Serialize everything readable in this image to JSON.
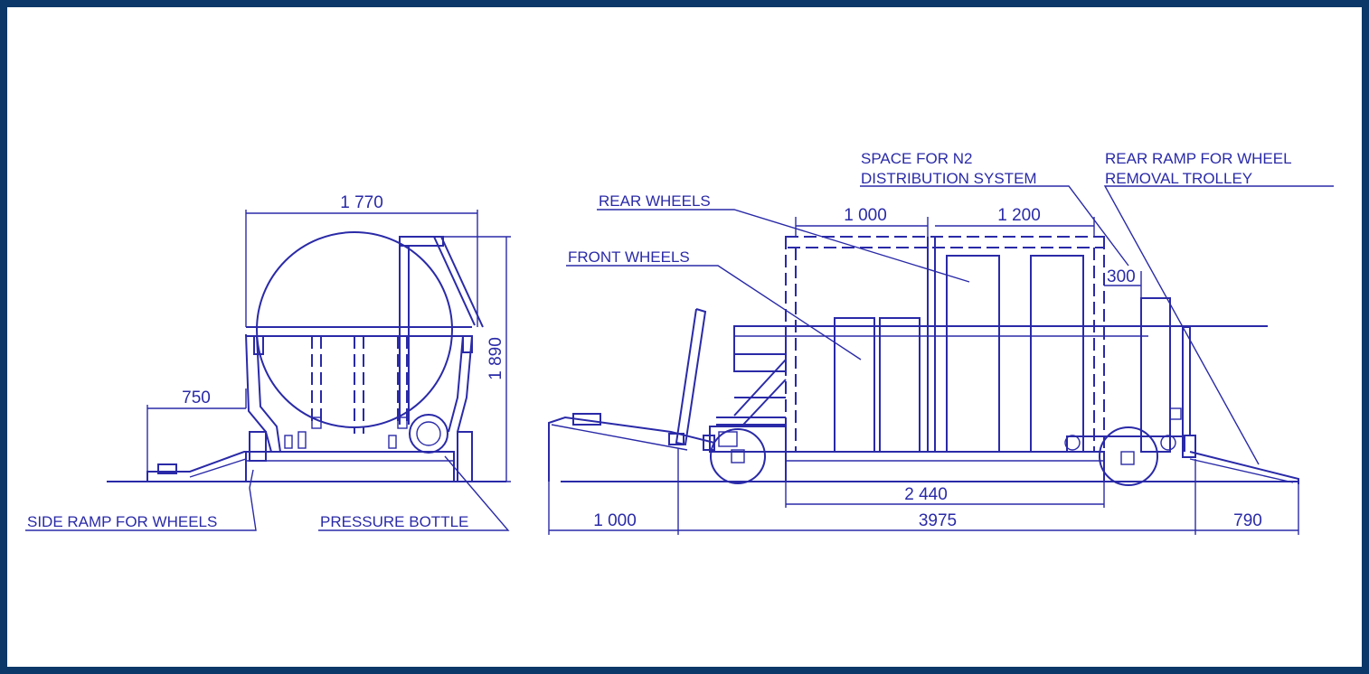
{
  "colors": {
    "frame": "#0b3868",
    "ink": "#2a2aa8",
    "background": "#ffffff"
  },
  "labels": {
    "side_ramp": "SIDE RAMP FOR WHEELS",
    "pressure_bottle": "PRESSURE BOTTLE",
    "rear_wheels": "REAR WHEELS",
    "front_wheels": "FRONT WHEELS",
    "space_n2_line1": "SPACE FOR N2",
    "space_n2_line2": "DISTRIBUTION SYSTEM",
    "rear_ramp_line1": "REAR RAMP FOR WHEEL",
    "rear_ramp_line2": "REMOVAL TROLLEY"
  },
  "dimensions": {
    "side_width": "1 770",
    "side_height": "1 890",
    "side_ramp_width": "750",
    "bay_left": "1 000",
    "bay_right": "1 200",
    "clearance": "300",
    "wheel_base": "2 440",
    "front_ramp": "1 000",
    "overall_length": "3975",
    "rear_ramp": "790"
  }
}
